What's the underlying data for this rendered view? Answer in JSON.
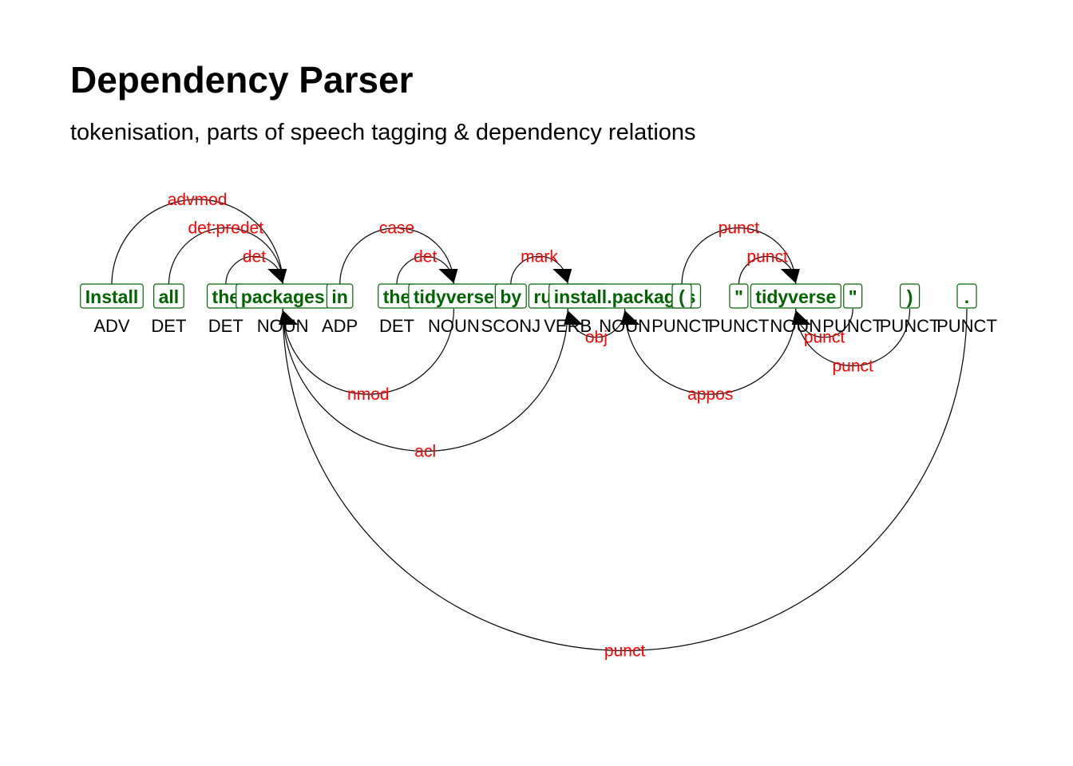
{
  "title": "Dependency Parser",
  "subtitle": "tokenisation, parts of speech tagging & dependency relations",
  "colors": {
    "token": "#006400",
    "relation": "#ff0000",
    "pos": "#000000",
    "arc": "#000000"
  },
  "tokens": [
    {
      "id": 1,
      "word": "Install",
      "pos": "ADV"
    },
    {
      "id": 2,
      "word": "all",
      "pos": "DET"
    },
    {
      "id": 3,
      "word": "the",
      "pos": "DET"
    },
    {
      "id": 4,
      "word": "packages",
      "pos": "NOUN"
    },
    {
      "id": 5,
      "word": "in",
      "pos": "ADP"
    },
    {
      "id": 6,
      "word": "the",
      "pos": "DET"
    },
    {
      "id": 7,
      "word": "tidyverse",
      "pos": "NOUN"
    },
    {
      "id": 8,
      "word": "by",
      "pos": "SCONJ"
    },
    {
      "id": 9,
      "word": "running",
      "pos": "VERB"
    },
    {
      "id": 10,
      "word": "install.packages",
      "pos": "NOUN"
    },
    {
      "id": 11,
      "word": "(",
      "pos": "PUNCT"
    },
    {
      "id": 12,
      "word": "\"",
      "pos": "PUNCT"
    },
    {
      "id": 13,
      "word": "tidyverse",
      "pos": "NOUN"
    },
    {
      "id": 14,
      "word": "\"",
      "pos": "PUNCT"
    },
    {
      "id": 15,
      "word": ")",
      "pos": "PUNCT"
    },
    {
      "id": 16,
      "word": ".",
      "pos": "PUNCT"
    }
  ],
  "relations": [
    {
      "from": 1,
      "to": 4,
      "label": "advmod",
      "side": "above"
    },
    {
      "from": 2,
      "to": 4,
      "label": "det:predet",
      "side": "above"
    },
    {
      "from": 3,
      "to": 4,
      "label": "det",
      "side": "above"
    },
    {
      "from": 5,
      "to": 7,
      "label": "case",
      "side": "above"
    },
    {
      "from": 6,
      "to": 7,
      "label": "det",
      "side": "above"
    },
    {
      "from": 8,
      "to": 9,
      "label": "mark",
      "side": "above"
    },
    {
      "from": 11,
      "to": 13,
      "label": "punct",
      "side": "above"
    },
    {
      "from": 12,
      "to": 13,
      "label": "punct",
      "side": "above"
    },
    {
      "from": 7,
      "to": 4,
      "label": "nmod",
      "side": "below"
    },
    {
      "from": 9,
      "to": 4,
      "label": "acl",
      "side": "below"
    },
    {
      "from": 10,
      "to": 9,
      "label": "obj",
      "side": "below"
    },
    {
      "from": 13,
      "to": 10,
      "label": "appos",
      "side": "below"
    },
    {
      "from": 14,
      "to": 13,
      "label": "punct",
      "side": "below"
    },
    {
      "from": 15,
      "to": 13,
      "label": "punct",
      "side": "below"
    },
    {
      "from": 16,
      "to": 4,
      "label": "punct",
      "side": "below"
    }
  ]
}
